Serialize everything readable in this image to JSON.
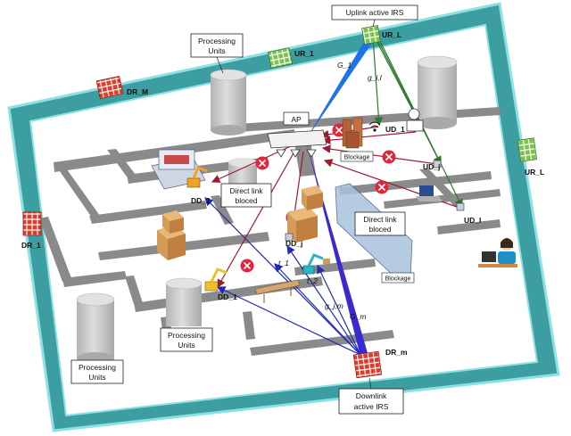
{
  "labels": {
    "uplink_irs": "Uplink active IRS",
    "downlink_irs_line1": "Downlink",
    "downlink_irs_line2": "active IRS",
    "processing_units_line1": "Processing",
    "processing_units_line2": "Units",
    "ap": "AP",
    "direct_link_line1": "Direct link",
    "direct_link_line2": "bloced",
    "blockage": "Blockage"
  },
  "nodes": {
    "ur_l": "UR_L",
    "ur_1": "UR_1",
    "ur_big_l": "UR_L",
    "dr_m_top": "DR_M",
    "dr_1": "DR_1",
    "dr_m": "DR_m",
    "ud_1": "UD_1",
    "ud_j": "UD_j",
    "ud_i": "UD_I",
    "dd_1": "DD_1",
    "dd_j": "DD_j",
    "dd_2": "DD_2",
    "t1": "t_1",
    "t2": "t_2",
    "g_1": "G_1",
    "g_ij": "g_i,l",
    "g_jm": "g_j,m",
    "g_m": "G_m"
  },
  "colors": {
    "wall": "#3c9ea0",
    "wall_edge": "#8ee0e2",
    "road": "#8a8a8a",
    "downlink": "#1f2bb3",
    "uplink_main": "#1e73e8",
    "uplink_reflect": "#2b7a2b",
    "direct": "#9b1b30",
    "block": "#e0263b",
    "irs_green": "#7cc24a",
    "irs_red": "#e03a2a",
    "cylinder": "#c9c9c9"
  }
}
